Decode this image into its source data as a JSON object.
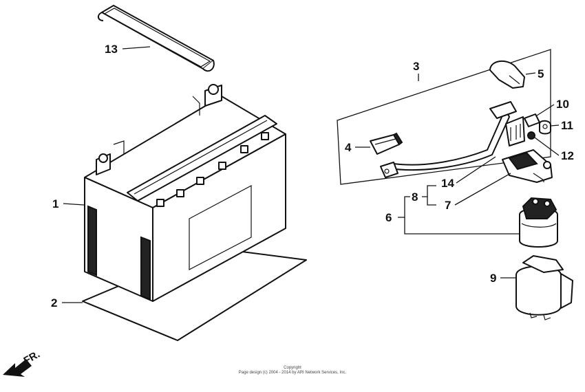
{
  "callouts": [
    {
      "id": "1",
      "text": "1"
    },
    {
      "id": "2",
      "text": "2"
    },
    {
      "id": "3",
      "text": "3"
    },
    {
      "id": "4",
      "text": "4"
    },
    {
      "id": "5",
      "text": "5"
    },
    {
      "id": "6",
      "text": "6"
    },
    {
      "id": "7",
      "text": "7"
    },
    {
      "id": "8",
      "text": "8"
    },
    {
      "id": "9",
      "text": "9"
    },
    {
      "id": "10",
      "text": "10"
    },
    {
      "id": "11",
      "text": "11"
    },
    {
      "id": "12",
      "text": "12"
    },
    {
      "id": "13",
      "text": "13"
    },
    {
      "id": "14",
      "text": "14"
    }
  ],
  "direction": {
    "label": "FR."
  },
  "credit": {
    "line1": "Copyright",
    "line2": "Page design (c) 2004 - 2014 by ARI Network Services, Inc."
  }
}
